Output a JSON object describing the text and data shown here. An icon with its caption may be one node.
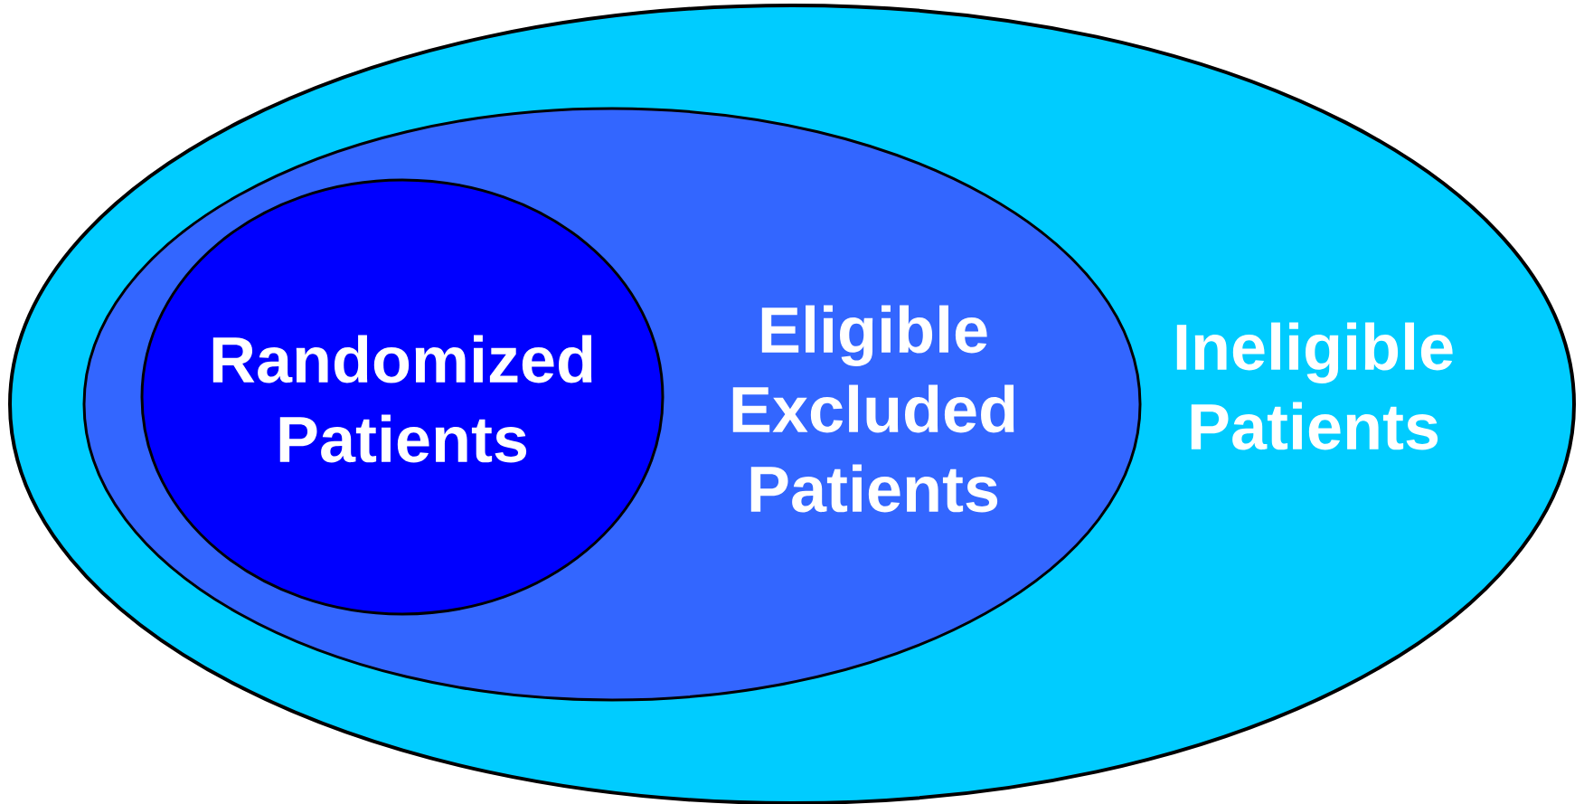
{
  "diagram": {
    "nodes": [
      {
        "text": [
          "Ineligible Patients"
        ]
      },
      {
        "text": [
          "Eligible Excluded Patients"
        ],
        "in": 0
      },
      {
        "text": [
          "Randomized Patients"
        ],
        "in": 1
      }
    ]
  }
}
